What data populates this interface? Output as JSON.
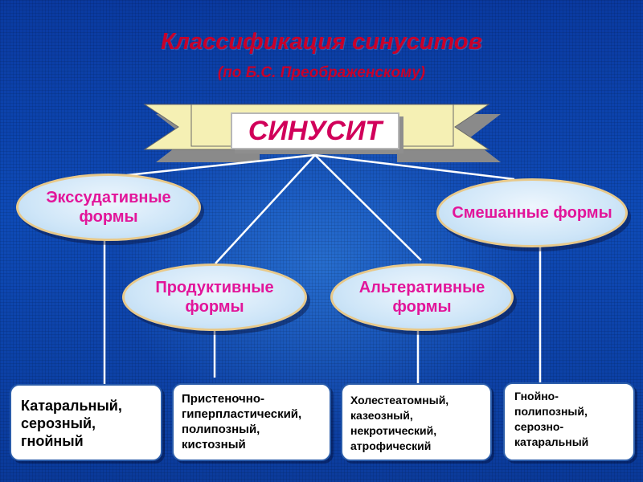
{
  "title": "Классификация синуситов",
  "subtitle": "(по Б.С. Преображенскому)",
  "main": "СИНУСИТ",
  "forms": {
    "exudative": "Экссудативные формы",
    "mixed": "Смешанные формы",
    "productive": "Продуктивные формы",
    "alterative": "Альтеративные формы"
  },
  "boxes": {
    "exudative": "Катаральный, серозный, гнойный",
    "productive": "Пристеночно-гиперпластический, полипозный, кистозный",
    "alterative": "Холестеатомный, казеозный, некротический, атрофический",
    "mixed": "Гнойно-полипозный, серозно-катаральный"
  },
  "colors": {
    "title": "#c8002a",
    "form_text": "#e2159a",
    "main_text": "#d1005a",
    "banner": "#f5f0b4"
  }
}
